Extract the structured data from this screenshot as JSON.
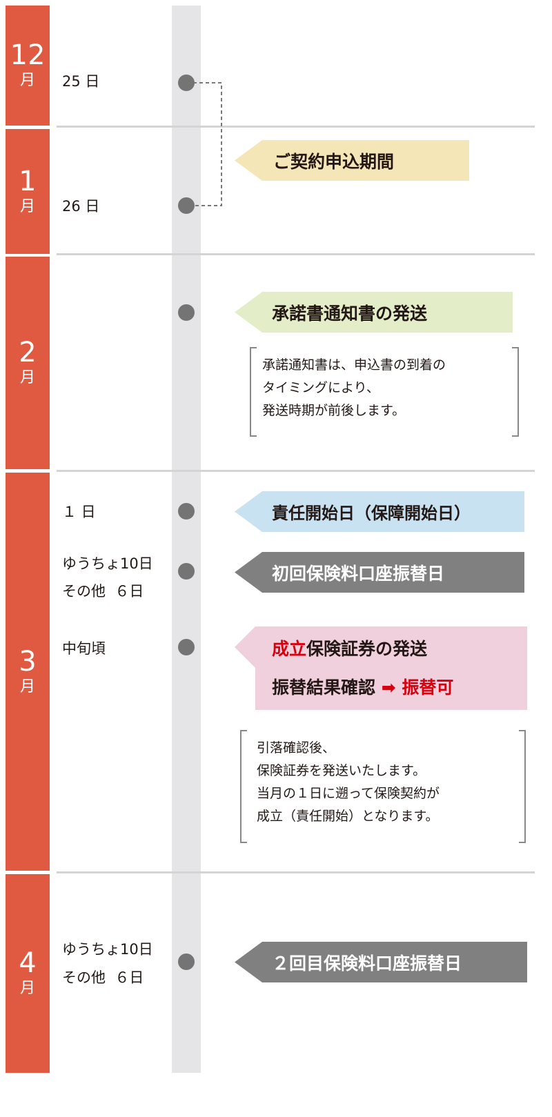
{
  "months": [
    {
      "num": "12",
      "unit": "月"
    },
    {
      "num": "1",
      "unit": "月"
    },
    {
      "num": "2",
      "unit": "月"
    },
    {
      "num": "3",
      "unit": "月"
    },
    {
      "num": "4",
      "unit": "月"
    }
  ],
  "dates": {
    "dec25": "25 日",
    "jan26": "26 日",
    "mar1": "１ 日",
    "mar_yucho": "ゆうちょ10日",
    "mar_other": "その他  ６日",
    "mar_mid": "中旬頃",
    "apr_yucho": "ゆうちょ10日",
    "apr_other": "その他  ６日"
  },
  "banners": {
    "application": "ご契約申込期間",
    "acceptance": "承諾書通知書の発送",
    "start": "責任開始日（保障開始日）",
    "first_transfer": "初回保険料口座振替日",
    "policy_red": "成立",
    "policy_rest": "保険証券の発送",
    "result": "振替結果確認",
    "arrow": "➡",
    "result_ok": "振替可",
    "second_transfer": "２回目保険料口座振替日"
  },
  "notes": {
    "acceptance": [
      "承諾通知書は、申込書の到着の",
      "タイミングにより、",
      "発送時期が前後します。"
    ],
    "policy": [
      "引落確認後、",
      "保険証券を発送いたします。",
      "当月の１日に遡って保険契約が",
      "成立（責任開始）となります。"
    ]
  },
  "colors": {
    "month": "#df5a41",
    "yellow": "#f5e6b8",
    "green": "#e3eec8",
    "blue": "#c8e2f2",
    "gray": "#808080",
    "pink": "#f0d0dc",
    "red": "#d7000f"
  }
}
